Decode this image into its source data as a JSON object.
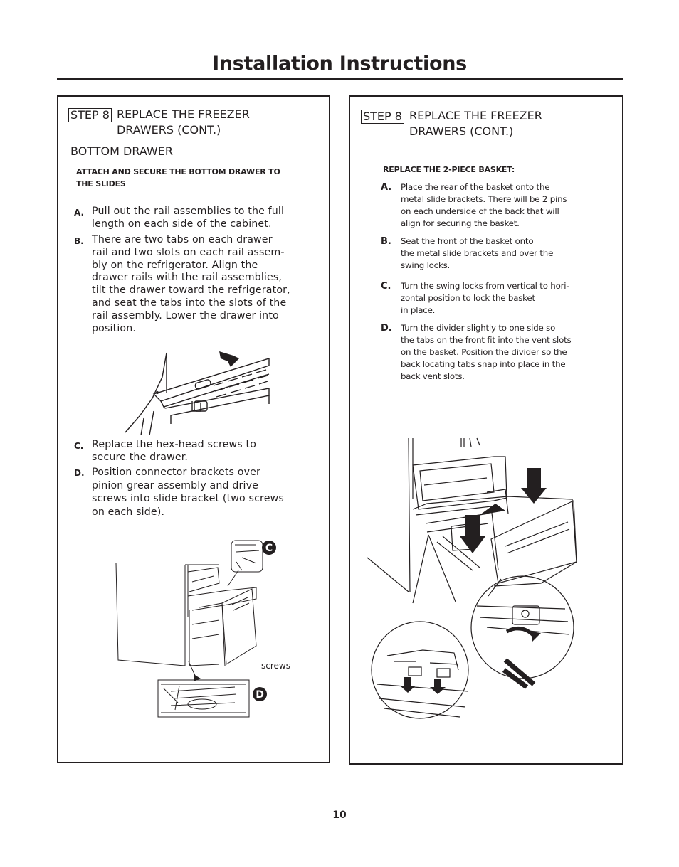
{
  "page": {
    "title": "Installation Instructions",
    "number": "10"
  },
  "left": {
    "step_label": "STEP 8",
    "step_title": "REPLACE THE FREEZER\nDRAWERS (CONT.)",
    "sub_heading": "BOTTOM DRAWER",
    "caps_note": "ATTACH AND SECURE THE BOTTOM DRAWER TO\nTHE SLIDES",
    "items": [
      {
        "letter": "A.",
        "text": "Pull out the rail assemblies to the full\nlength on each side of the cabinet."
      },
      {
        "letter": "B.",
        "text": "There are two tabs on each drawer\nrail and two slots on each rail assem-\nbly on the refrigerator. Align the\ndrawer rails with the rail assemblies,\ntilt the drawer toward the refrigerator,\nand seat the tabs into the slots of the\nrail assembly. Lower the drawer into\nposition."
      },
      {
        "letter": "C.",
        "text": "Replace the hex-head screws to\nsecure the drawer."
      },
      {
        "letter": "D.",
        "text": "Position connector brackets over\npinion grear assembly and drive\nscrews into slide bracket (two screws\non each side)."
      }
    ],
    "figure2": {
      "callout_c": "C",
      "callout_d": "D",
      "screws_label": "screws"
    }
  },
  "right": {
    "step_label": "STEP 8",
    "step_title": "REPLACE THE FREEZER\nDRAWERS (CONT.)",
    "caps_note": "REPLACE THE 2-PIECE BASKET:",
    "items": [
      {
        "letter": "A.",
        "text": "Place the rear of the basket onto the\nmetal slide brackets. There will be 2 pins\non each underside of the back that will\nalign for securing the basket."
      },
      {
        "letter": "B.",
        "text": "Seat the front of the basket onto\nthe metal slide brackets and over the\nswing locks."
      },
      {
        "letter": "C.",
        "text": "Turn the swing locks from vertical to hori-\nzontal position to lock the basket\nin place."
      },
      {
        "letter": "D.",
        "text": "Turn the divider slightly to one side so\nthe tabs on the front fit into the vent slots\non the basket. Position the divider so the\nback locating tabs snap into place in the\nback vent slots."
      }
    ]
  }
}
